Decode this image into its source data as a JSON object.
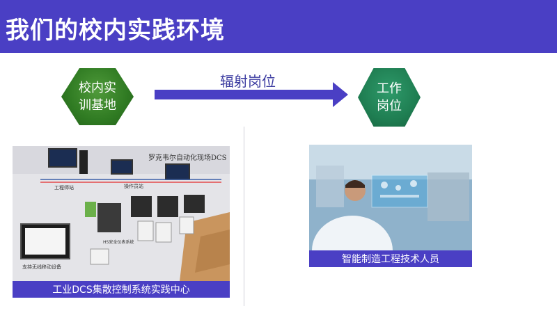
{
  "header": {
    "title": "我们的校内实践环境"
  },
  "flow": {
    "left_hex": {
      "line1": "校内实",
      "line2": "训基地"
    },
    "arrow_label": "辐射岗位",
    "right_hex": {
      "line1": "工作",
      "line2": "岗位"
    }
  },
  "photos": {
    "left": {
      "caption": "工业DCS集散控制系统实践中心",
      "scene_text": "罗克韦尔自动化现场DCS",
      "labels": [
        "工程师站",
        "操作员站",
        "HS安全仪表系统",
        "支持无线移动设备"
      ]
    },
    "right": {
      "caption": "智能制造工程技术人员"
    }
  },
  "colors": {
    "header_bg": "#4a3fc4",
    "arrow": "#4a3fc4",
    "hex_left": "#2f7a22",
    "hex_right": "#1f7e52",
    "caption_bg": "#4a3fc4"
  }
}
